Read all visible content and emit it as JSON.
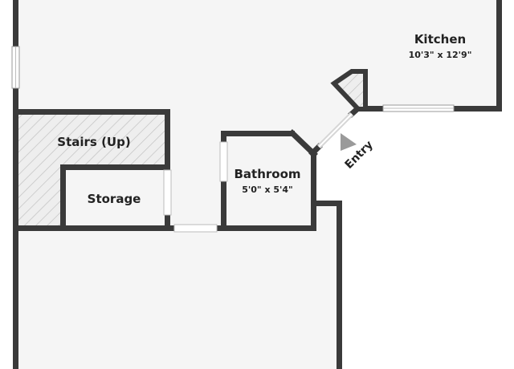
{
  "floorplan": {
    "rooms": {
      "kitchen": {
        "name": "Kitchen",
        "dimensions": "10'3\" x 12'9\""
      },
      "stairs": {
        "name": "Stairs (Up)"
      },
      "storage": {
        "name": "Storage"
      },
      "bathroom": {
        "name": "Bathroom",
        "dimensions": "5'0\" x 5'4\""
      }
    },
    "entry": {
      "label": "Entry",
      "icon": "entry-arrow-icon"
    },
    "colors": {
      "wall": "#3a3a3a",
      "floor": "#f5f5f5",
      "background": "#ffffff",
      "window": "#cfcfcf",
      "arrow": "#9a9a9a"
    }
  }
}
